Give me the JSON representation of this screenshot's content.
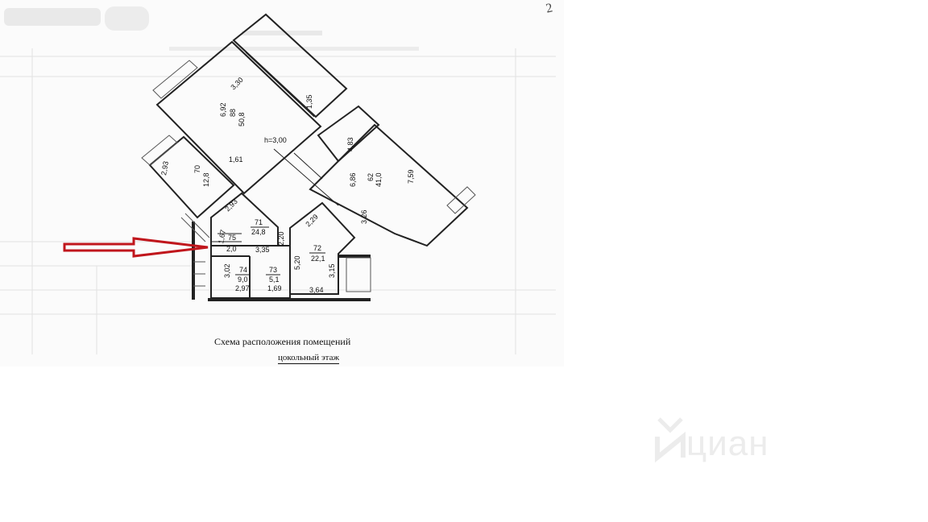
{
  "page_number": "2",
  "caption": {
    "title": "Схема расположения помещений",
    "floor": "цокольный этаж"
  },
  "ceiling_height": "h=3,00",
  "rooms": [
    {
      "id": "r88",
      "number": "88",
      "area": "50,8"
    },
    {
      "id": "r70",
      "number": "70",
      "area": "12,8"
    },
    {
      "id": "r71",
      "number": "71",
      "area": "24,8"
    },
    {
      "id": "r75",
      "number": "75",
      "area": "2,0"
    },
    {
      "id": "r74",
      "number": "74",
      "area": "9,0"
    },
    {
      "id": "r73",
      "number": "73",
      "area": "5,1"
    },
    {
      "id": "r72",
      "number": "72",
      "area": "22,1"
    },
    {
      "id": "r62",
      "number": "62",
      "area": "41,0"
    }
  ],
  "dimensions": {
    "d1": "3,30",
    "d2": "6,92",
    "d3": "2,93",
    "d4": "1,61",
    "d5": "2,93",
    "d6": "3,35",
    "d7": "2,20",
    "d8": "5,20",
    "d9": "3,02",
    "d10": "2,97",
    "d11": "1,69",
    "d12": "3,64",
    "d13": "3,15",
    "d14": "6,86",
    "d15": "7,59",
    "d16": "3,26",
    "d17": "2,29",
    "d18": "1,35",
    "d19": "4,83",
    "d20": "1,67"
  },
  "watermark": "циан",
  "colors": {
    "arrow": "#c0161c",
    "line": "#222222",
    "watermark": "#ececec"
  }
}
